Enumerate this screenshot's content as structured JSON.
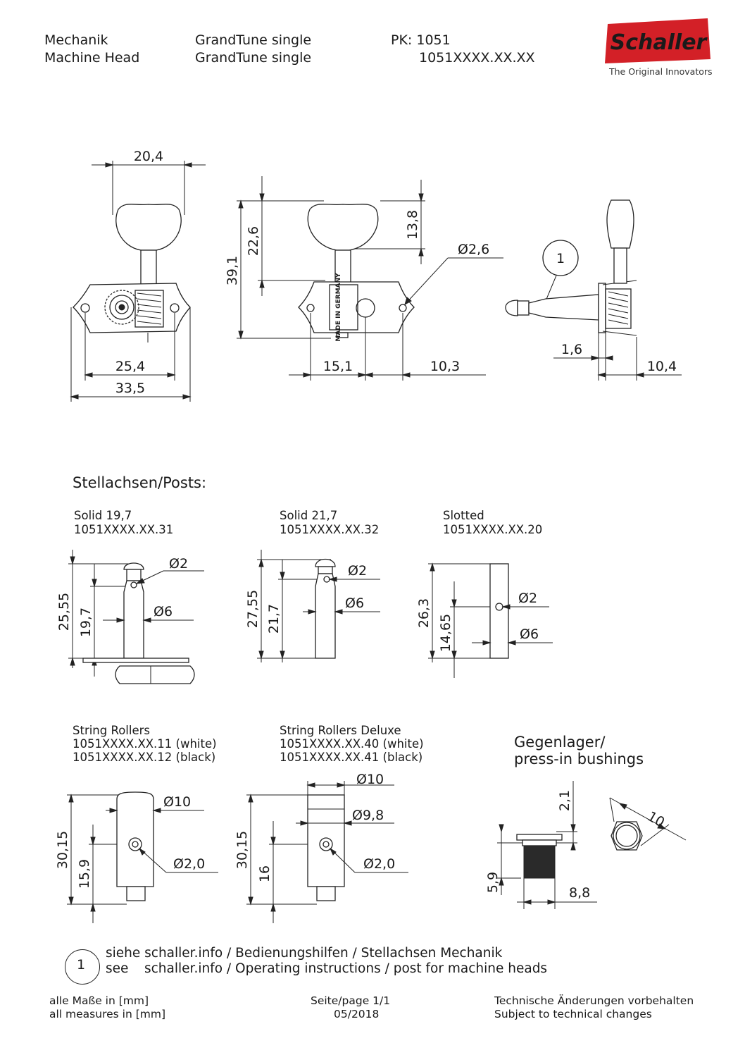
{
  "header": {
    "col1": [
      "Mechanik",
      "Machine Head"
    ],
    "col2": [
      "GrandTune single",
      "GrandTune single"
    ],
    "col3": [
      "PK: 1051",
      "1051XXXX.XX.XX"
    ]
  },
  "logo": {
    "brand": "Schaller",
    "tagline": "The Original Innovators",
    "color": "#d32027"
  },
  "top_view": {
    "dims": {
      "w_top": "20,4",
      "w_hole": "25,4",
      "w_total": "33,5"
    }
  },
  "side_view": {
    "dims": {
      "h_total": "39,1",
      "h_mid": "22,6",
      "h_knob": "13,8",
      "d_hole": "Ø2,6",
      "w_left": "15,1",
      "w_right": "10,3"
    },
    "stamp": "MADE IN GERMANY"
  },
  "end_view": {
    "callout": "1",
    "dims": {
      "gap": "1,6",
      "depth": "10,4"
    }
  },
  "posts": {
    "heading": "Stellachsen/Posts:",
    "items": [
      {
        "title": "Solid 19,7",
        "code": "1051XXXX.XX.31",
        "h_total": "25,55",
        "h_post": "19,7",
        "d_small": "Ø2",
        "d_large": "Ø6"
      },
      {
        "title": "Solid 21,7",
        "code": "1051XXXX.XX.32",
        "h_total": "27,55",
        "h_post": "21,7",
        "d_small": "Ø2",
        "d_large": "Ø6"
      },
      {
        "title": "Slotted",
        "code": "1051XXXX.XX.20",
        "h_total": "26,3",
        "h_post": "14,65",
        "d_small": "Ø2",
        "d_large": "Ø6"
      }
    ]
  },
  "rollers": [
    {
      "title": "String Rollers",
      "codes": [
        "1051XXXX.XX.11 (white)",
        "1051XXXX.XX.12 (black)"
      ],
      "h_total": "30,15",
      "h_hole": "15,9",
      "d_top": "Ø10",
      "d_hole": "Ø2,0"
    },
    {
      "title": "String Rollers Deluxe",
      "codes": [
        "1051XXXX.XX.40 (white)",
        "1051XXXX.XX.41 (black)"
      ],
      "h_total": "30,15",
      "h_hole": "16",
      "d_top": "Ø10",
      "d_mid": "Ø9,8",
      "d_hole": "Ø2,0"
    }
  ],
  "bushings": {
    "title": [
      "Gegenlager/",
      "press-in bushings"
    ],
    "dims": {
      "h_flange": "2,1",
      "h_total": "5,9",
      "d_body": "8,8",
      "hex": "10"
    }
  },
  "legend": {
    "num": "1",
    "line1": "siehe schaller.info / Bedienungshilfen / Stellachsen Mechanik",
    "line2_a": "see",
    "line2_b": "schaller.info / Operating instructions / post for machine heads"
  },
  "footer": {
    "left": [
      "alle Maße in [mm]",
      "all measures in [mm]"
    ],
    "center": [
      "Seite/page 1/1",
      "05/2018"
    ],
    "right": [
      "Technische Änderungen vorbehalten",
      "Subject to technical changes"
    ]
  }
}
